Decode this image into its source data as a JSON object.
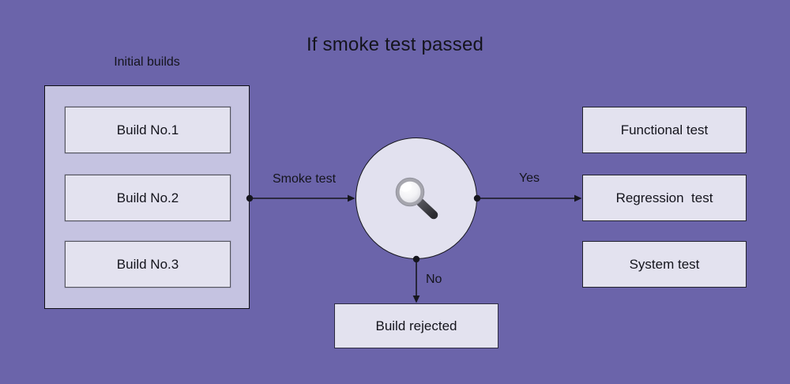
{
  "title": "If smoke test passed",
  "group": {
    "label": "Initial builds",
    "builds": [
      {
        "label": "Build No.1"
      },
      {
        "label": "Build No.2"
      },
      {
        "label": "Build No.3"
      }
    ]
  },
  "decision": {
    "icon": "magnifying-glass-icon"
  },
  "edges": {
    "smoke_test_label": "Smoke test",
    "yes_label": "Yes",
    "no_label": "No"
  },
  "outcomes": [
    {
      "label": "Functional test"
    },
    {
      "label": "Regression  test"
    },
    {
      "label": "System test"
    }
  ],
  "rejected": {
    "label": "Build rejected"
  },
  "colors": {
    "background": "#6b64aa",
    "group_fill": "#c5c3e1",
    "node_fill": "#e3e2ef",
    "circle_fill": "#e2e1ef",
    "line": "#16161e",
    "text": "#14141c"
  }
}
